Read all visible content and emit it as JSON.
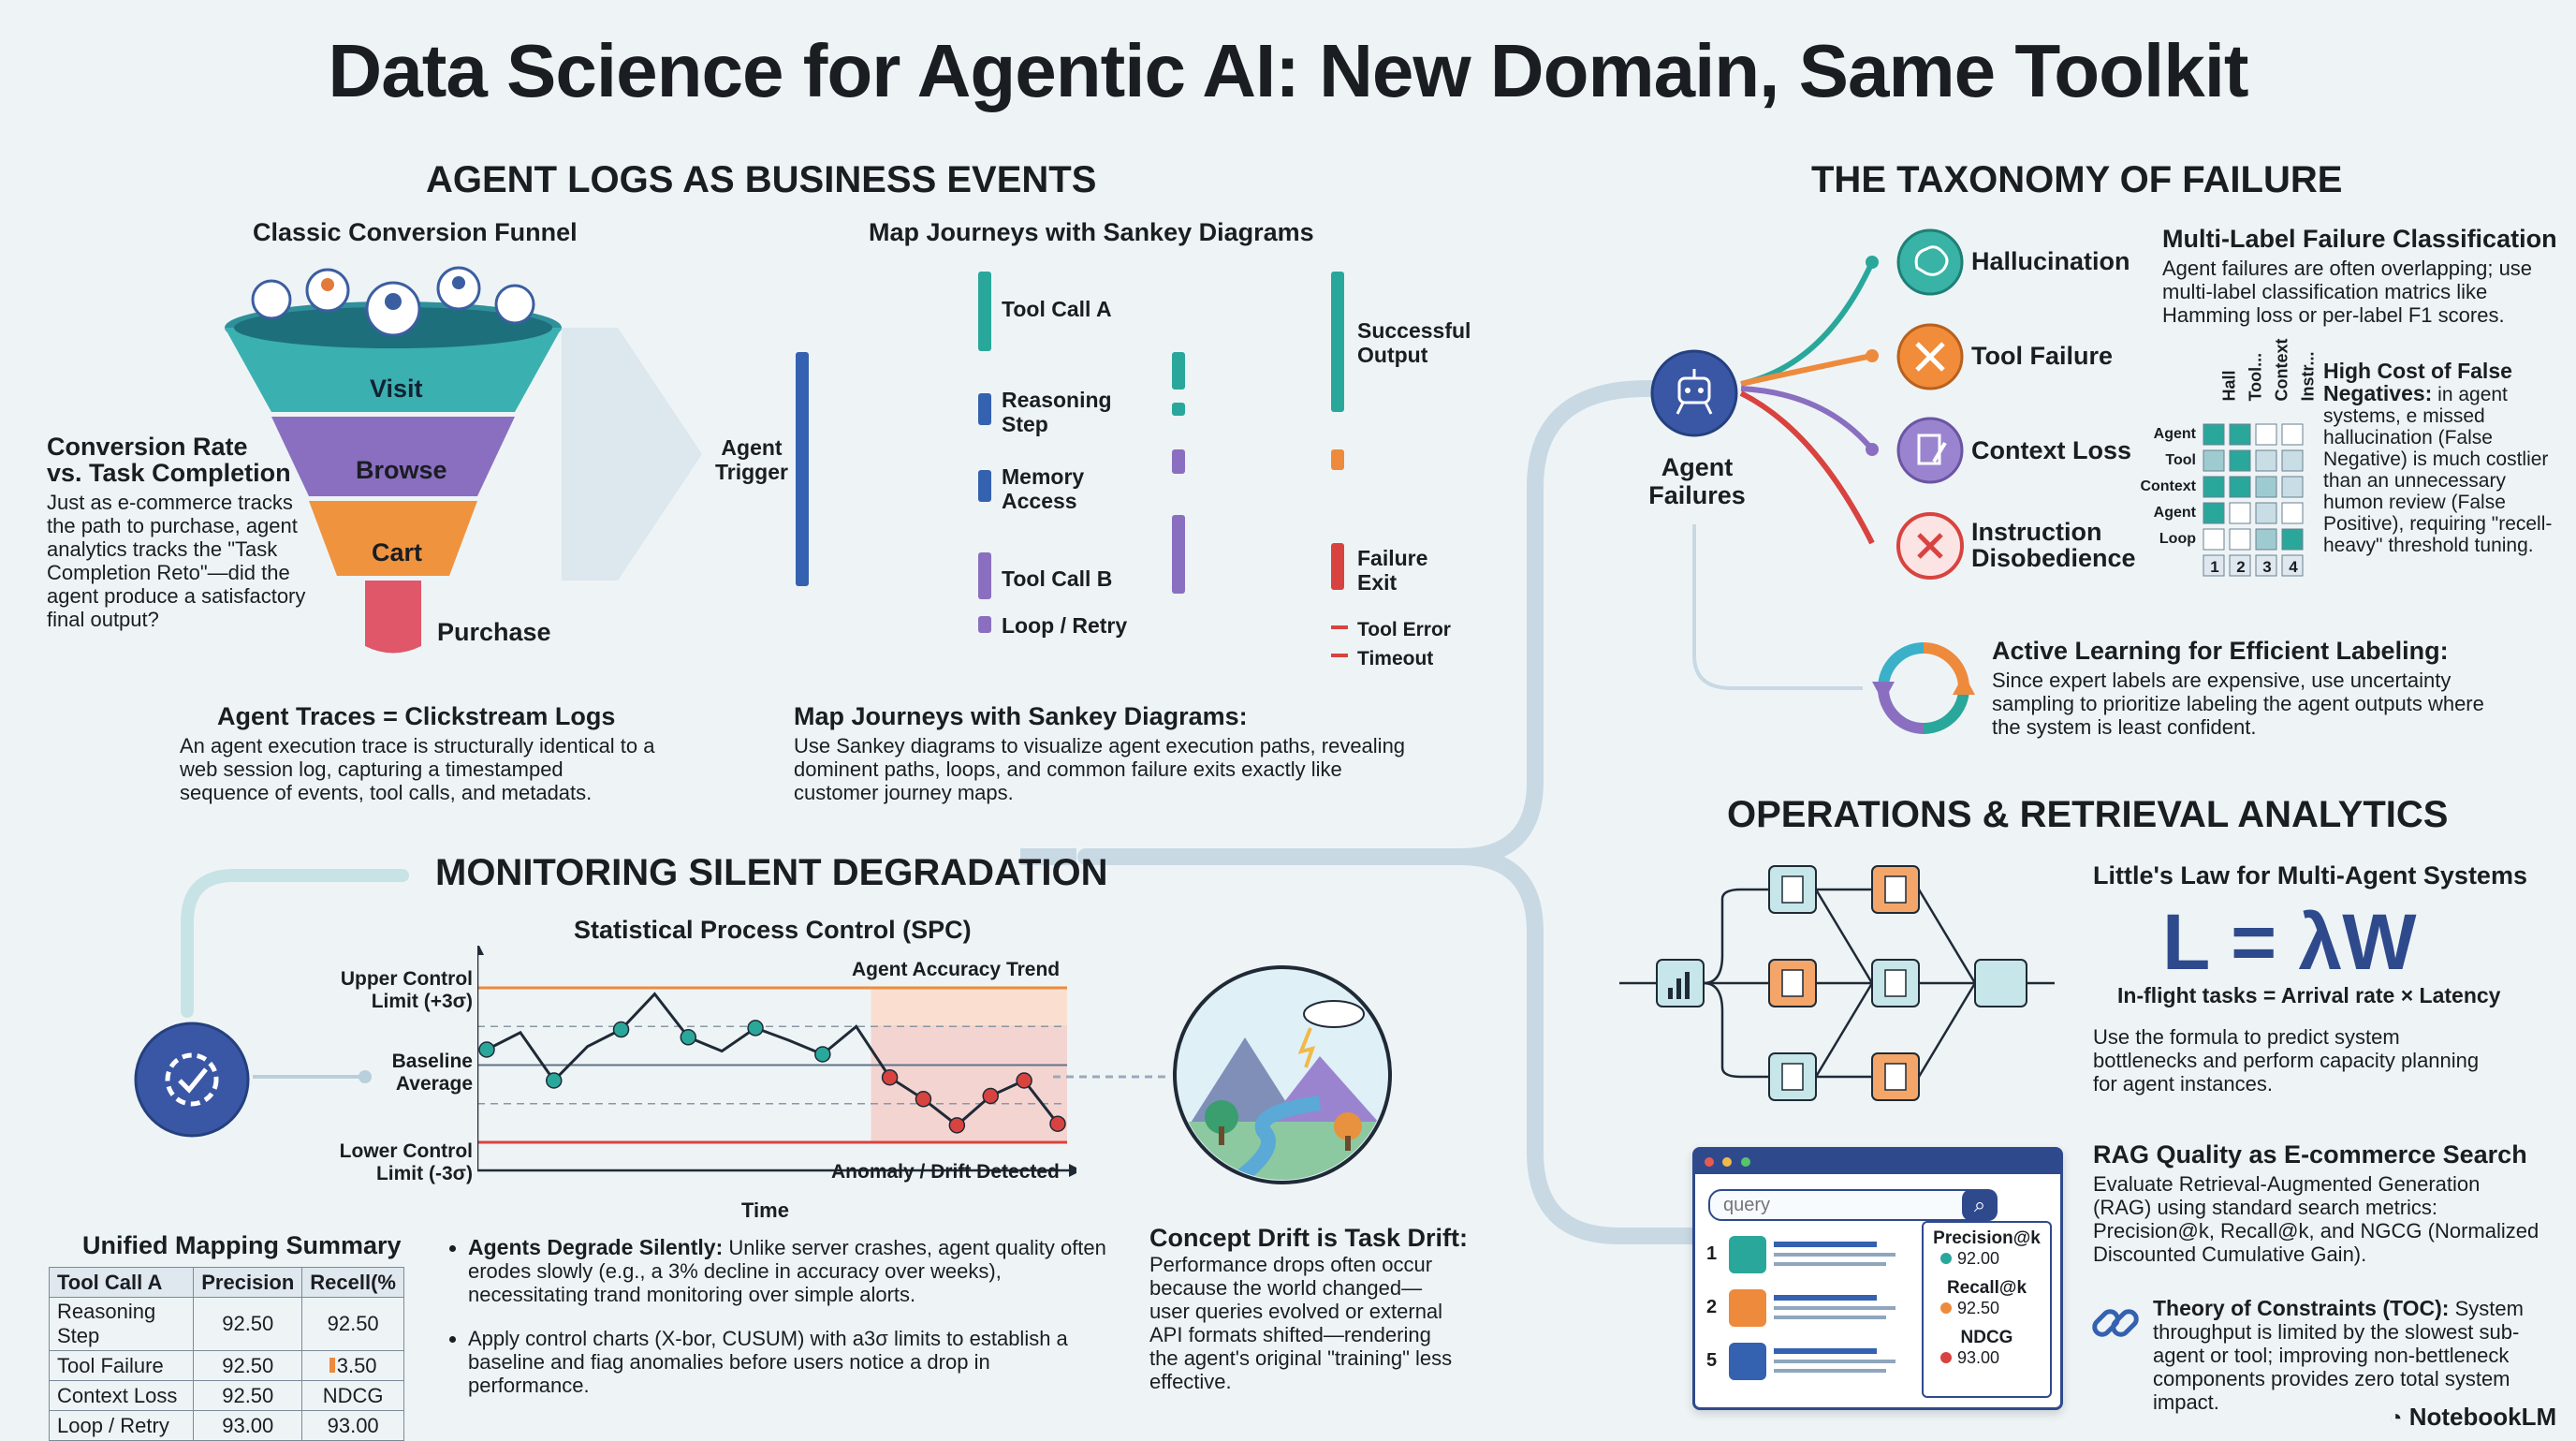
{
  "title": "Data Science for Agentic AI: New Domain, Same Toolkit",
  "logs": {
    "heading": "AGENT LOGS AS BUSINESS EVENTS",
    "funnel_title": "Classic Conversion Funnel",
    "funnel_stages": [
      "Visit",
      "Browse",
      "Cart",
      "Purchase"
    ],
    "conv_title_1": "Conversion Rate",
    "conv_title_2": "vs. Task Completion",
    "conv_text": "Just as e-commerce tracks the path to purchase, agent analytics tracks the \"Task Completion Reto\"—did the agent produce a satisfactory final output?",
    "sankey_title": "Map Journeys with Sankey Diagrams",
    "sankey_nodes": {
      "trigger": "Agent Trigger",
      "tool_a": "Tool Call A",
      "reasoning": "Reasoning Step",
      "memory": "Memory Access",
      "tool_b": "Tool Call B",
      "loop": "Loop / Retry",
      "success": "Successful Output",
      "failure": "Failure Exit",
      "tool_error": "Tool Error",
      "timeout": "Timeout"
    },
    "traces_title": "Agent Traces = Clickstream Logs",
    "traces_text": "An agent execution trace is structurally identical to a web session log, capturing a timestamped sequence of events, tool calls, and metadats.",
    "sankey_desc_title": "Map Journeys with Sankey Diagrams:",
    "sankey_desc_text": "Use Sankey diagrams to visualize agent execution paths, revealing dominent paths, loops, and common failure exits exactly like customer journey maps."
  },
  "taxonomy": {
    "heading": "THE TAXONOMY OF FAILURE",
    "center_1": "Agent",
    "center_2": "Failures",
    "items": [
      "Hallucination",
      "Tool Failure",
      "Context Loss",
      "Instruction",
      "Disobedience"
    ],
    "multi_title": "Multi-Label Failure Classification",
    "multi_text": "Agent failures are often overlapping; use multi-label classification matrics like Hamming loss or per-label F1 scores.",
    "matrix_cols": [
      "Hall",
      "Tool...",
      "Context",
      "Instr..."
    ],
    "matrix_rows": [
      "Agent",
      "Tool",
      "Context",
      "Agent",
      "Loop"
    ],
    "matrix_nums": [
      "1",
      "2",
      "3",
      "4"
    ],
    "fn_title_1": "High Cost of False",
    "fn_title_2": "Negatives:",
    "fn_text": " in agent systems, e missed hallucination (False Negative) is much costlier than an unnecessary humon review (False Positive), requiring \"recell-heavy\" threshold tuning.",
    "al_title": "Active Learning for Efficient Labeling:",
    "al_text": "Since expert labels are expensive, use uncertainty sampling to prioritize labeling the agent outputs where the system is least confident."
  },
  "ops": {
    "heading": "OPERATIONS & RETRIEVAL ANALYTICS",
    "little_title": "Little's Law for Multi-Agent Systems",
    "formula": "L = λW",
    "formula_caption": "In-flight tasks = Arrival rate × Latency",
    "little_text": "Use the formula to predict system bottlenecks and perform capacity planning for agent instances.",
    "search_placeholder": "query",
    "result_nums": [
      "1",
      "2",
      "5"
    ],
    "metrics": [
      {
        "label": "Precision@k",
        "value": "92.00"
      },
      {
        "label": "Recall@k",
        "value": "92.50"
      },
      {
        "label": "NDCG",
        "value": "93.00"
      }
    ],
    "rag_title": "RAG Quality as E-commerce Search",
    "rag_text": "Evaluate Retrieval-Augmented Generation (RAG) using standard search metrics: Precision@k, Recall@k, and NGCG (Normalized Discounted Cumulative Gain).",
    "toc_title": "Theory of Constraints (TOC):",
    "toc_text": " System throughput is limited by the slowest sub-agent or tool; improving non-bettleneck components provides zero total system impact."
  },
  "monitor": {
    "heading": "MONITORING SILENT DEGRADATION",
    "spc_title": "Statistical Process Control (SPC)",
    "ucl": "Upper Control Limit (+3σ)",
    "base": "Baseline Average",
    "lcl": "Lower Control Limit (-3σ)",
    "trend_label": "Agent Accuracy Trend",
    "anomaly_label": "Anomaly / Drift Detected",
    "xlabel": "Time",
    "drift_title": "Concept Drift is Task Drift:",
    "drift_text": "Performance drops often occur because the world changed—user queries evolved or external API formats shifted—rendering the agent's original \"training\" less effective.",
    "summary_title": "Unified Mapping Summary",
    "table_header": [
      "Tool Call A",
      "Precision",
      "Recell(%"
    ],
    "table_rows": [
      [
        "Reasoning Step",
        "92.50",
        "92.50"
      ],
      [
        "Tool Failure",
        "92.50",
        "3.50"
      ],
      [
        "Context Loss",
        "92.50",
        "NDCG"
      ],
      [
        "Loop / Retry",
        "93.00",
        "93.00"
      ]
    ],
    "bullet1_title": "Agents Degrade Silently:",
    "bullet1_text": " Unlike server crashes, agent quality often erodes slowly (e.g., a 3% decline in accuracy over weeks), necessitating trand monitoring over simple alorts.",
    "bullet2_text": "Apply control charts (X-bor, CUSUM) with a3σ limits to establish a baseline and fiag anomalies before users notice a drop in performance."
  },
  "chart_data": {
    "type": "line",
    "title": "Statistical Process Control (SPC)",
    "xlabel": "Time",
    "ylabel": "",
    "ylim": [
      0,
      10
    ],
    "ucl": 10,
    "baseline": 5,
    "lcl": 0,
    "series": [
      {
        "name": "Agent Accuracy Trend",
        "values": [
          6.0,
          7.1,
          4.0,
          6.2,
          7.3,
          9.6,
          6.8,
          5.9,
          7.4,
          6.6,
          5.7,
          7.5,
          4.2,
          2.8,
          1.1,
          3.0,
          4.0,
          1.2
        ]
      }
    ],
    "anomaly_start_index": 12
  },
  "brand": "NotebookLM",
  "colors": {
    "teal": "#2aa79b",
    "orange": "#ee8a3c",
    "purple": "#8a6fc0",
    "red": "#d9433f",
    "navy": "#2f4a8c"
  }
}
